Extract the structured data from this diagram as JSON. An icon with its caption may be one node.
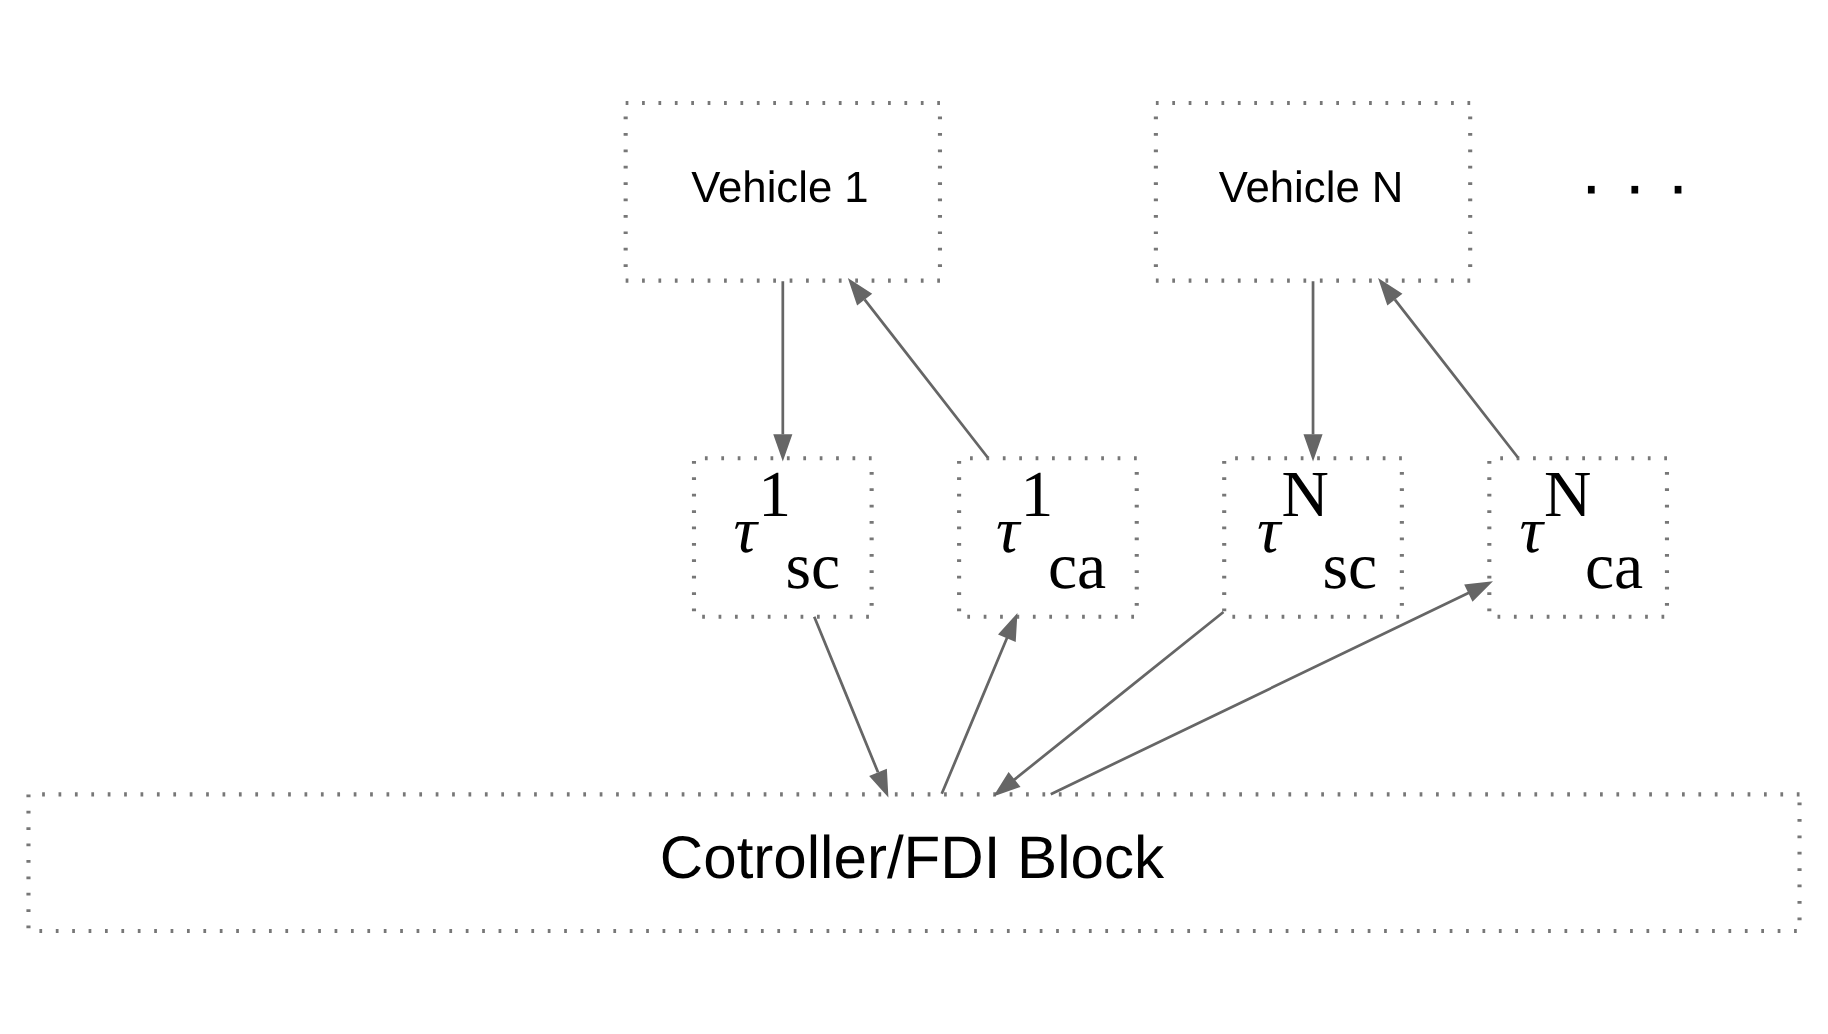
{
  "diagram": {
    "nodes": [
      {
        "text": [
          "Vehicle 1"
        ]
      },
      {
        "text": [
          "Vehicle N"
        ]
      },
      {
        "text": [
          "*τ*$^{1}$$_{sc}$"
        ]
      },
      {
        "text": [
          "*τ*$^{1}$$_{ca}$"
        ]
      },
      {
        "text": [
          "*τ*$^{N}$$_{sc}$"
        ]
      },
      {
        "text": [
          "*τ*$^{N}$$_{ca}$"
        ]
      },
      {
        "text": [
          "Cotroller/FDI Block"
        ]
      }
    ],
    "edges": [
      {
        "from": 0,
        "to": 2,
        "arrow": "to"
      },
      {
        "from": 2,
        "to": 6,
        "arrow": "to"
      },
      {
        "from": 6,
        "to": 3,
        "arrow": "to"
      },
      {
        "from": 3,
        "to": 0,
        "arrow": "to"
      },
      {
        "from": 1,
        "to": 4,
        "arrow": "to"
      },
      {
        "from": 4,
        "to": 6,
        "arrow": "to"
      },
      {
        "from": 6,
        "to": 5,
        "arrow": "to"
      },
      {
        "from": 5,
        "to": 1,
        "arrow": "to"
      }
    ],
    "labels": [
      "· · ·"
    ]
  }
}
